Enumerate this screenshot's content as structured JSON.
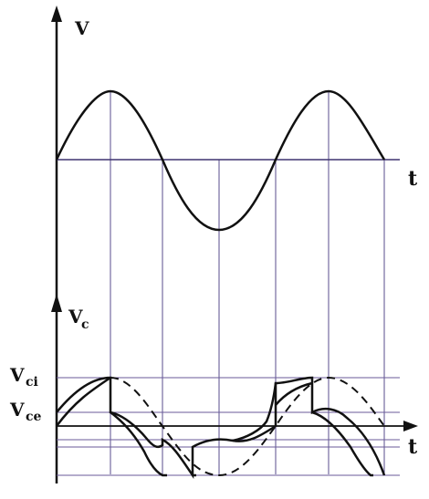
{
  "top_panel": {
    "y_label": "V",
    "x_label": "t"
  },
  "bottom_panel": {
    "y_label_main": "V",
    "y_label_sub": "c",
    "x_label": "t",
    "level_labels": [
      {
        "main": "V",
        "sub": "ci"
      },
      {
        "main": "V",
        "sub": "ce"
      }
    ]
  },
  "colors": {
    "ink": "#111111",
    "grid": "#5a4e8c",
    "level": "#6a5a9a",
    "baseline": "#3e3470"
  }
}
